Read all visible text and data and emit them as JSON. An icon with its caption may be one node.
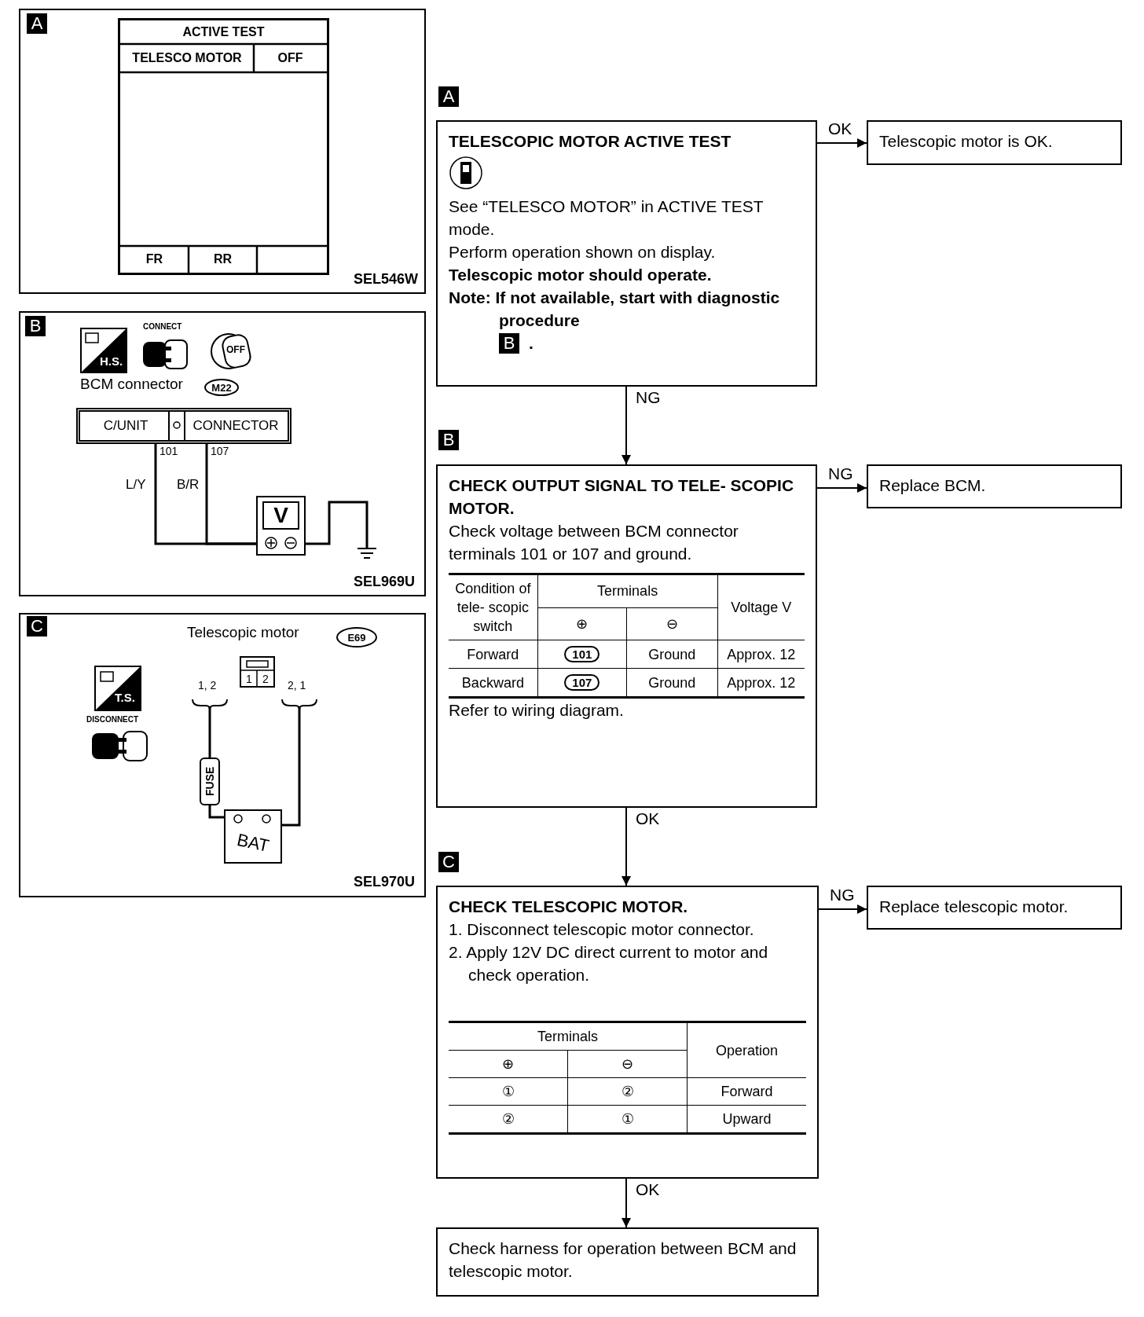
{
  "diagram": {
    "nodes": [
      {
        "text": [
          "TELESCOPIC MOTOR ACTIVE TEST",
          "See “TELESCO MOTOR” in ACTIVE TEST mode.",
          "Perform operation shown on display.",
          "Telescopic motor should operate.",
          "Note: If not available, start with diagnostic procedure",
          "B",
          "."
        ],
        "beside": [
          "A"
        ]
      },
      {
        "text": [
          "Telescopic motor is OK."
        ]
      },
      {
        "text": [
          "CHECK OUTPUT SIGNAL TO TELE- SCOPIC MOTOR.",
          "Check voltage between BCM connector terminals 101 or 107 and ground.",
          "Condition of tele- scopic switch",
          "Terminals",
          "Voltage V",
          "⊕",
          "⊖",
          "Forward",
          "101",
          "Ground",
          "Approx. 12",
          "Backward",
          "107",
          "Ground",
          "Approx. 12",
          "Refer to wiring diagram."
        ],
        "beside": [
          "B"
        ]
      },
      {
        "text": [
          "Replace BCM."
        ]
      },
      {
        "text": [
          "CHECK TELESCOPIC MOTOR.",
          "1. Disconnect telescopic motor connector.",
          "2. Apply 12V DC direct current to motor and check operation.",
          "Terminals",
          "Operation",
          "⊕",
          "⊖",
          "①",
          "②",
          "Forward",
          "②",
          "①",
          "Upward"
        ],
        "beside": [
          "C"
        ]
      },
      {
        "text": [
          "Replace telescopic motor."
        ]
      },
      {
        "text": [
          "Check harness for operation between BCM and telescopic motor."
        ]
      },
      {
        "text": [
          "A",
          "SEL546W"
        ]
      },
      {
        "text": [
          "ACTIVE TEST",
          "TELESCO MOTOR",
          "OFF",
          "FR",
          "RR"
        ],
        "in": 7
      },
      {
        "text": [
          "B",
          "H.S.",
          "CONNECT",
          "OFF",
          "BCM connector",
          "M22",
          "101",
          "107",
          "SEL969U"
        ]
      },
      {
        "text": [
          "C/UNIT",
          "CONNECTOR"
        ],
        "in": 9
      },
      {
        "text": [
          "V"
        ],
        "in": 9
      },
      {
        "text": [
          "C",
          "Telescopic motor",
          "E69",
          "T.S.",
          "DISCONNECT",
          "1, 2",
          "2, 1",
          "SEL970U"
        ]
      },
      {
        "text": [
          "1",
          "2"
        ],
        "in": 12
      },
      {
        "text": [
          "FUSE"
        ],
        "in": 12
      },
      {
        "text": [
          "BAT"
        ],
        "in": 12
      }
    ],
    "edges": [
      {
        "from": 0,
        "to": 1,
        "arrow": "to",
        "label": "OK"
      },
      {
        "from": 0,
        "to": 2,
        "arrow": "to",
        "label": "NG"
      },
      {
        "from": 2,
        "to": 3,
        "arrow": "to",
        "label": "NG"
      },
      {
        "from": 2,
        "to": 4,
        "arrow": "to",
        "label": "OK"
      },
      {
        "from": 4,
        "to": 5,
        "arrow": "to",
        "label": "NG"
      },
      {
        "from": 4,
        "to": 6,
        "arrow": "to",
        "label": "OK"
      },
      {
        "from": 10,
        "to": 11,
        "arrow": "none",
        "label": "L/Y"
      },
      {
        "from": 10,
        "to": 11,
        "arrow": "none",
        "label": "B/R"
      },
      {
        "from": 14,
        "to": 15,
        "arrow": "none"
      },
      {
        "from": null,
        "to": 14,
        "arrow": "none"
      },
      {
        "from": null,
        "to": 15,
        "arrow": "none"
      }
    ]
  }
}
